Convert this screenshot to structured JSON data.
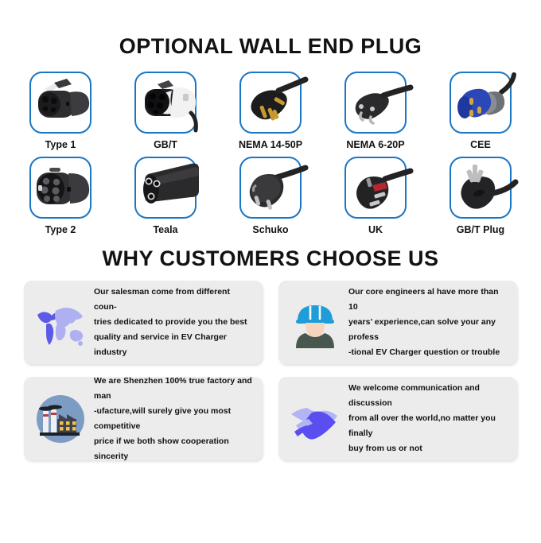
{
  "sections": {
    "plugs": {
      "title": "OPTIONAL WALL END PLUG",
      "cards": [
        {
          "label": "Type 1",
          "icon": "type1-plug-icon"
        },
        {
          "label": "GB/T",
          "icon": "gbt-plug-icon"
        },
        {
          "label": "NEMA 14-50P",
          "icon": "nema-14-50p-plug-icon"
        },
        {
          "label": "NEMA 6-20P",
          "icon": "nema-6-20p-plug-icon"
        },
        {
          "label": "CEE",
          "icon": "cee-plug-icon"
        },
        {
          "label": "Type 2",
          "icon": "type2-plug-icon"
        },
        {
          "label": "Teala",
          "icon": "tesla-plug-icon"
        },
        {
          "label": "Schuko",
          "icon": "schuko-plug-icon"
        },
        {
          "label": "UK",
          "icon": "uk-plug-icon"
        },
        {
          "label": "GB/T Plug",
          "icon": "gbt-wall-plug-icon"
        }
      ]
    },
    "why": {
      "title": "WHY CUSTOMERS CHOOSE US",
      "boxes": [
        {
          "icon": "world-map-icon",
          "line1": "Our salesman come from different coun-",
          "line2": "tries dedicated to provide you the best",
          "line3": "quality and service in EV Charger industry"
        },
        {
          "icon": "engineer-icon",
          "line1": "Our core engineers al have more than 10",
          "line2": "years’   experience,can solve your any profess",
          "line3": "-tional EV Charger question or trouble"
        },
        {
          "icon": "factory-icon",
          "line1": "We are Shenzhen 100% true factory and man",
          "line2": "-ufacture,will surely give you most competitive",
          "line3": "price if we both show cooperation sincerity"
        },
        {
          "icon": "handshake-icon",
          "line1": "We welcome communication and discussion",
          "line2": "from all over the world,no matter you finally",
          "line3": "buy from us or not"
        }
      ]
    }
  },
  "colors": {
    "card_border": "#1b76c4",
    "feature_bg": "#ececec",
    "map_dark": "#5b5be8",
    "map_light": "#aeb0f2",
    "helmet_blue": "#1e9dd8",
    "skin": "#f6d5bd",
    "shirt": "#49584f",
    "factory_circle": "#7d9cc4",
    "factory_body": "#3c434c",
    "factory_window": "#f2c149",
    "handshake_dark": "#5b4ef0",
    "handshake_light": "#b2b4f5"
  }
}
